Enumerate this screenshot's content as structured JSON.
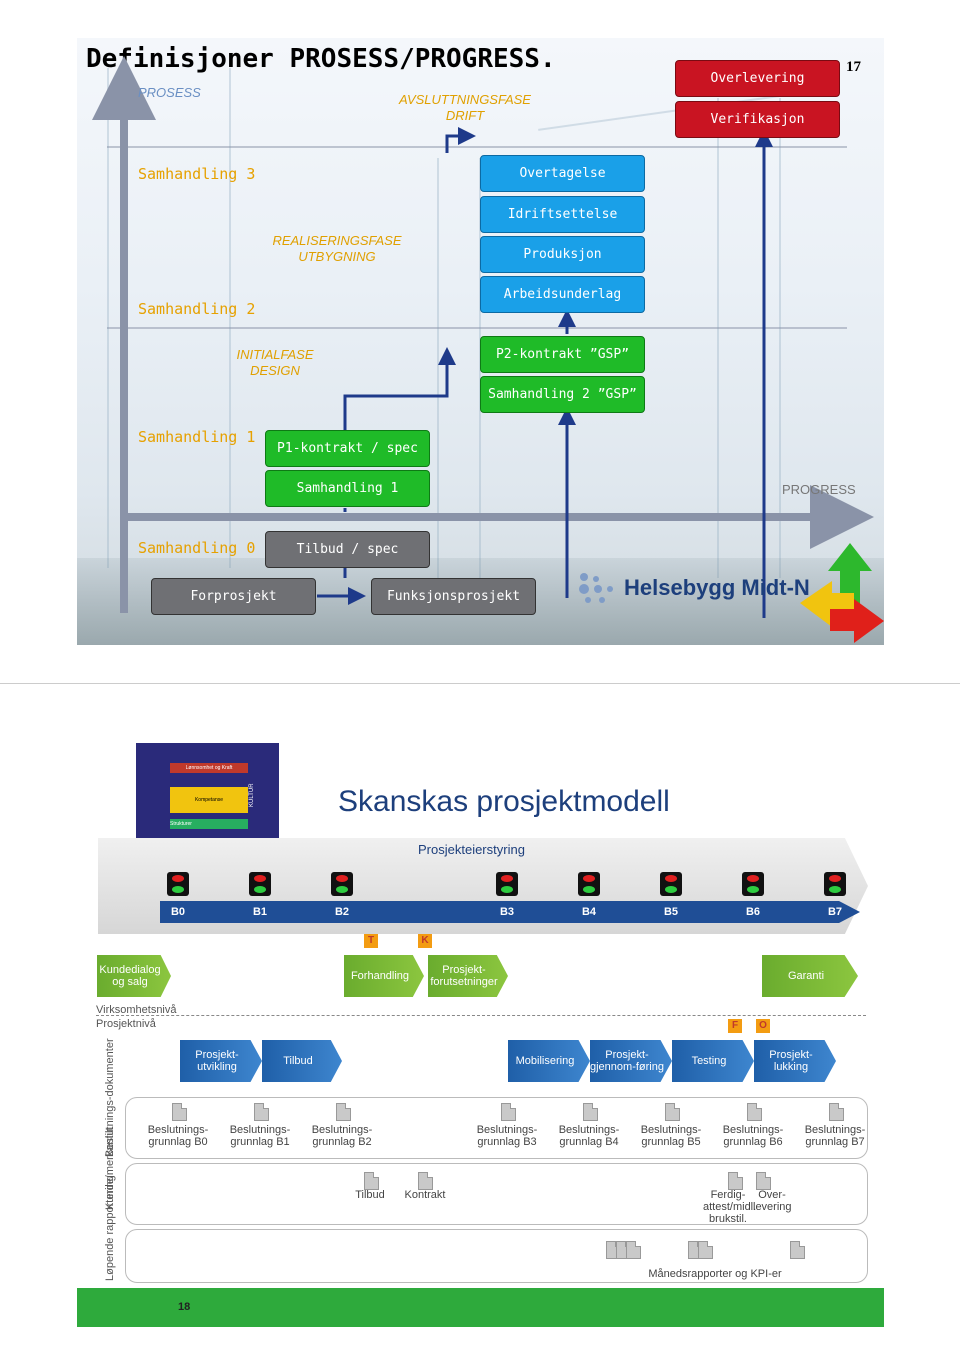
{
  "slide1": {
    "title": "Definisjoner PROSESS/PROGRESS.",
    "page_number": "17",
    "axis_y_label": "PROSESS",
    "axis_x_label": "PROGRESS",
    "phases": {
      "avslutning": [
        "AVSLUTTNINGSFASE",
        "DRIFT"
      ],
      "realisering": [
        "REALISERINGSFASE",
        "UTBYGNING"
      ],
      "initial": [
        "INITIALFASE",
        "DESIGN"
      ]
    },
    "samhandling_labels": [
      "Samhandling 3",
      "Samhandling 2",
      "Samhandling 1",
      "Samhandling 0"
    ],
    "boxes": {
      "overlevering": "Overlevering",
      "verifikasjon": "Verifikasjon",
      "overtagelse": "Overtagelse",
      "idriftsettelse": "Idriftsettelse",
      "produksjon": "Produksjon",
      "arbeidsunderlag": "Arbeidsunderlag",
      "p2_kontrakt": "P2-kontrakt ”GSP”",
      "samhandling2_gsp": "Samhandling 2 ”GSP”",
      "p1_kontrakt": "P1-kontrakt / spec",
      "samhandling1": "Samhandling 1",
      "tilbud_spec": "Tilbud / spec",
      "forprosjekt": "Forprosjekt",
      "funksjonsprosjekt": "Funksjonsprosjekt"
    },
    "logo": "Helsebygg Midt-N",
    "colors": {
      "red": "#c91422",
      "blue": "#1aa0e8",
      "green": "#1fbb28",
      "gray": "#6f7074",
      "orange": "#e6a100"
    }
  },
  "slide2": {
    "title": "Skanskas prosjektmodell",
    "thumbnail": {
      "top": "Lønnsomhet og Kraft",
      "middle": "Kompetanse",
      "bottom": "Strukturer",
      "side": "KULTUR"
    },
    "governance": "Prosjekteierstyring",
    "gates": [
      "B0",
      "B1",
      "B2",
      "B3",
      "B4",
      "B5",
      "B6",
      "B7"
    ],
    "markers_top": [
      "T",
      "K"
    ],
    "markers_bottom": [
      "F",
      "O"
    ],
    "business_level": [
      "Kundedialog og salg",
      "Forhandling",
      "Prosjekt-forutsetninger",
      "Garanti"
    ],
    "level_labels": [
      "Virksomhetsnivå",
      "Prosjektnivå"
    ],
    "project_level": [
      "Prosjekt-utvikling",
      "Tilbud",
      "Mobilisering",
      "Prosjekt-gjennom-føring",
      "Testing",
      "Prosjekt-lukking"
    ],
    "row_labels": [
      "Beslutnings-dokumenter",
      "Kunde/merkantilt",
      "Løpende rapportering"
    ],
    "decision_docs": [
      "Beslutnings-grunnlag B0",
      "Beslutnings-grunnlag B1",
      "Beslutnings-grunnlag B2",
      "Beslutnings-grunnlag B3",
      "Beslutnings-grunnlag B4",
      "Beslutnings-grunnlag B5",
      "Beslutnings-grunnlag B6",
      "Beslutnings-grunnlag B7"
    ],
    "customer_docs": [
      "Tilbud",
      "Kontrakt",
      "Ferdig-attest/midl. brukstil.",
      "Over-levering"
    ],
    "reporting": "Månedsrapporter og KPI-er",
    "page_number": "18"
  }
}
